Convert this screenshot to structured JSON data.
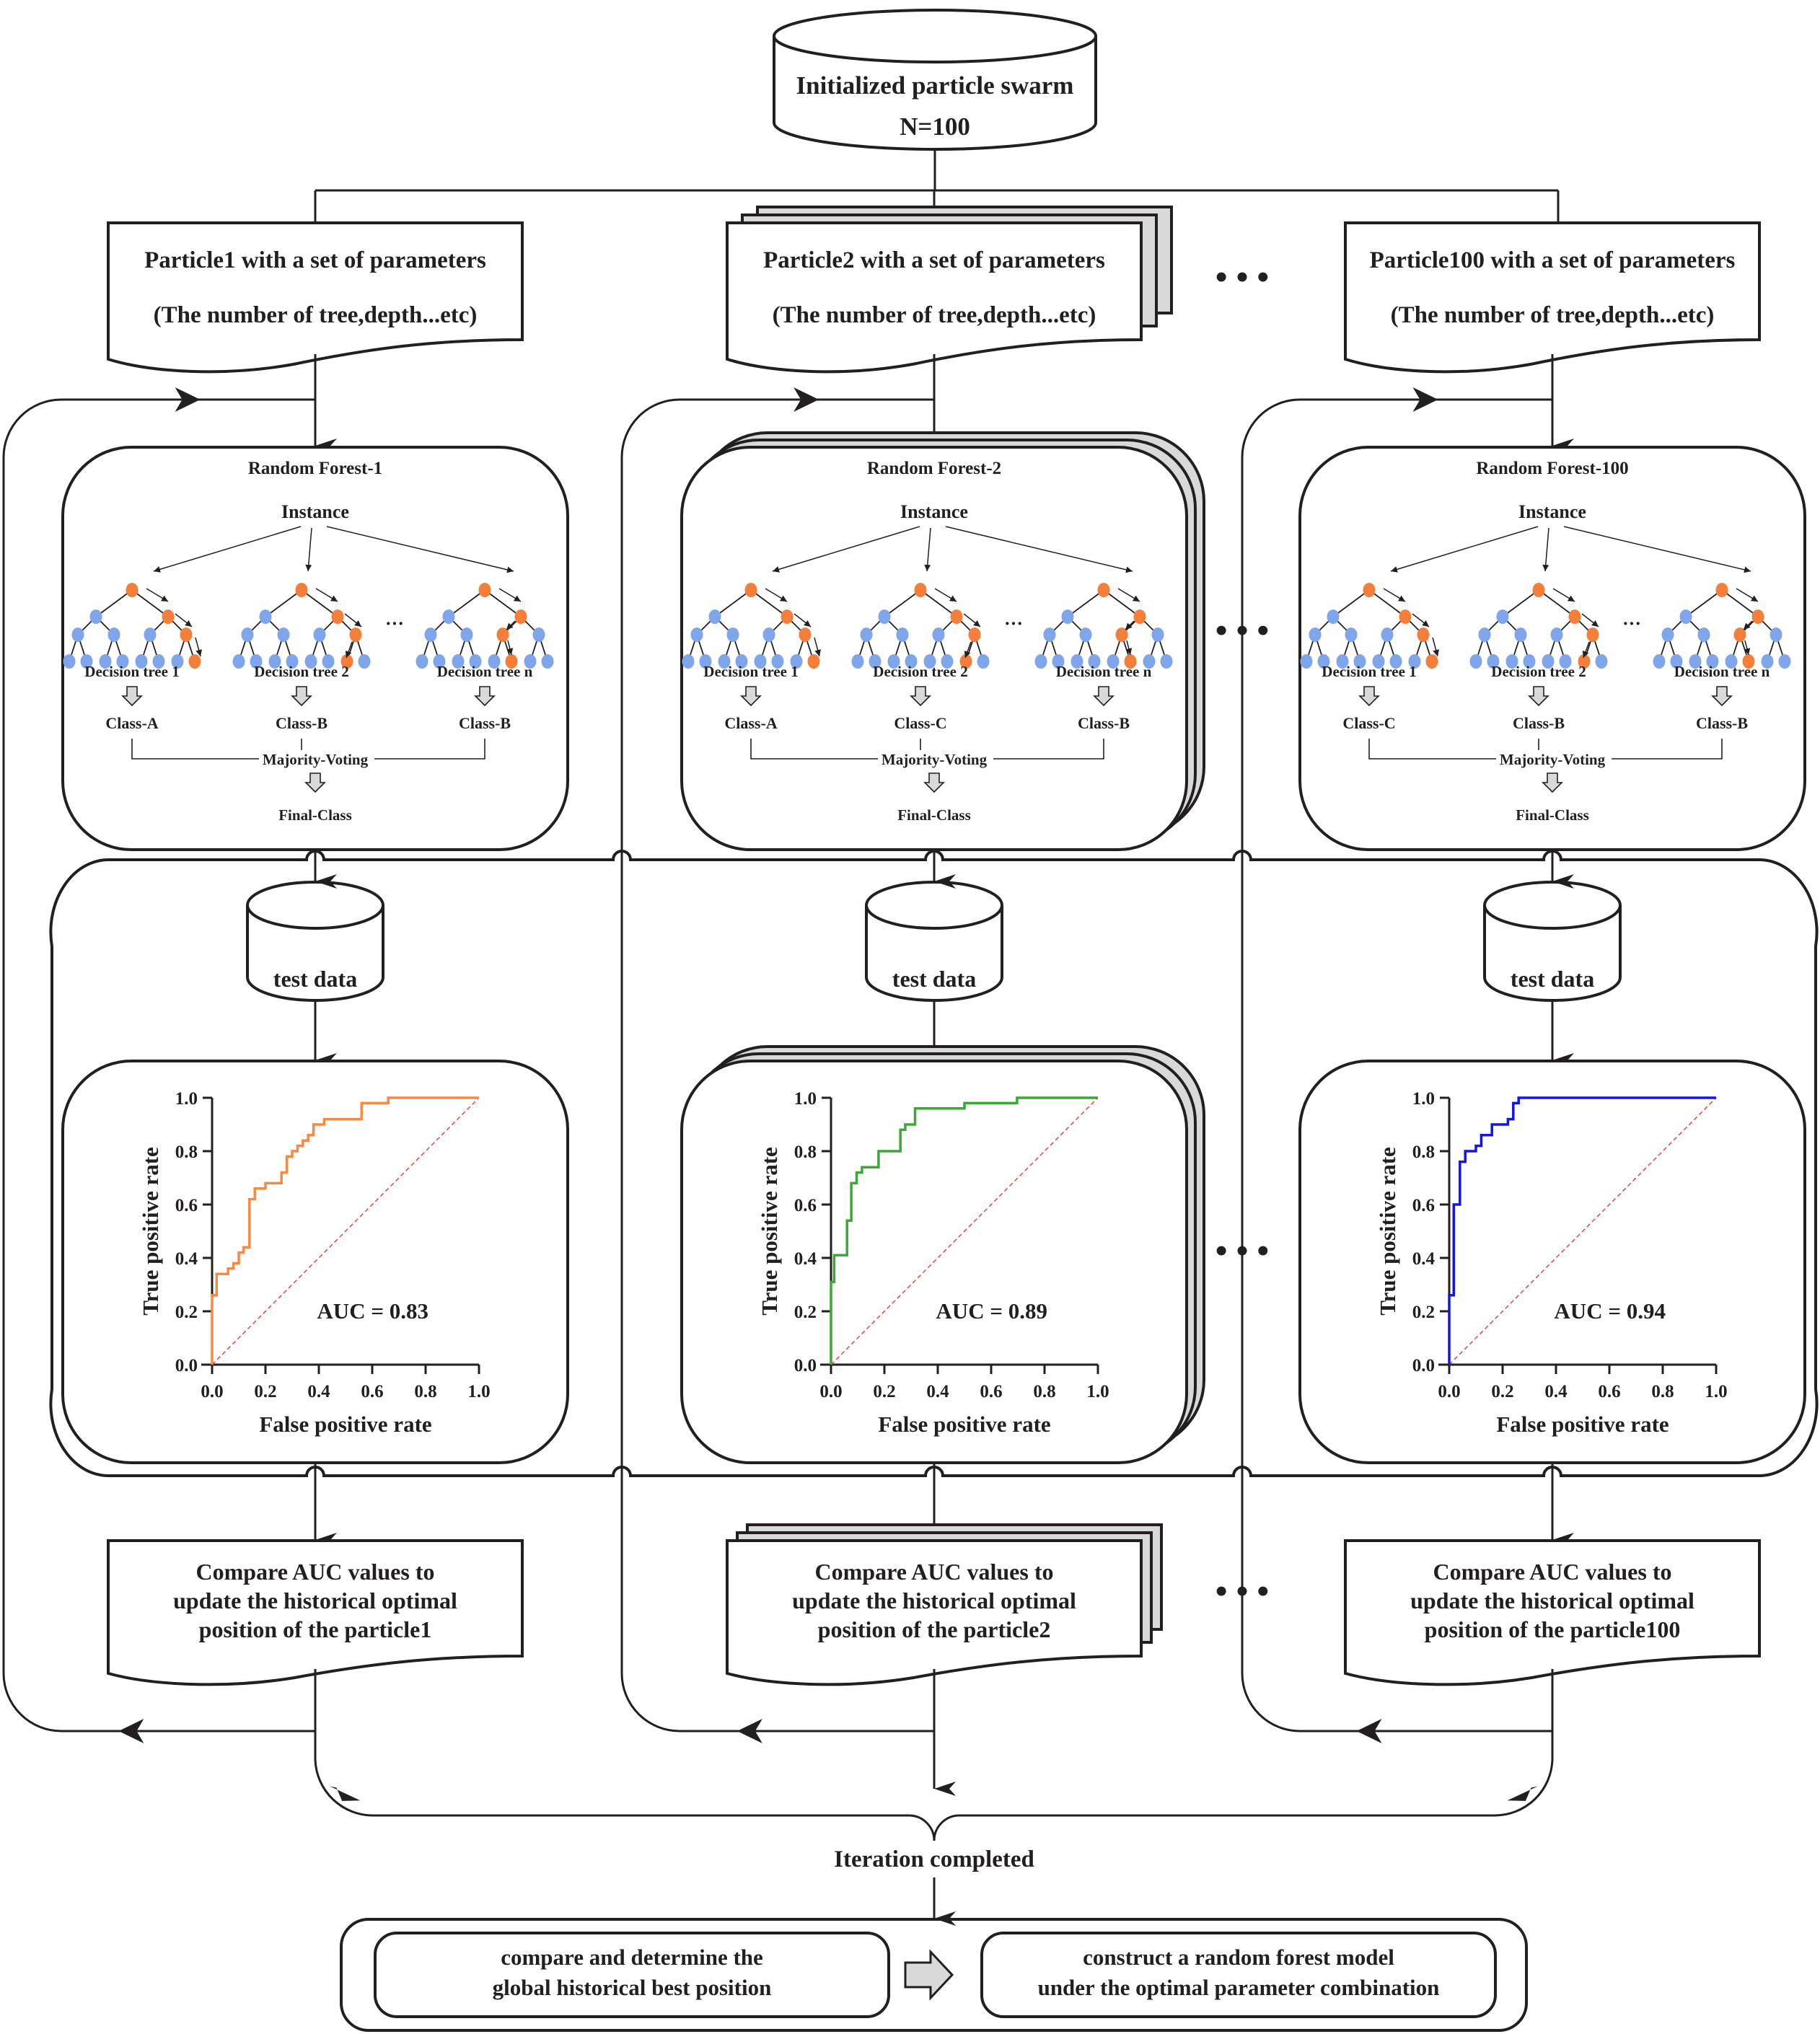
{
  "source": {
    "title": "Initialized particle swarm",
    "subtitle": "N=100"
  },
  "particles": [
    {
      "title": "Particle1 with a set of parameters",
      "params": "(The number of tree,depth...etc)"
    },
    {
      "title": "Particle2 with a set of parameters",
      "params": "(The number of tree,depth...etc)"
    },
    {
      "title": "Particle100 with a set of parameters",
      "params": "(The number of tree,depth...etc)"
    }
  ],
  "ellipsis": "• • •",
  "forests": [
    {
      "title": "Random  Forest-1",
      "instance": "Instance",
      "trees": [
        "Decision tree 1",
        "Decision tree 2",
        "Decision tree n"
      ],
      "tree_ellipsis": "···",
      "classes": [
        "Class-A",
        "Class-B",
        "Class-B"
      ],
      "voting": "Majority-Voting",
      "final": "Final-Class"
    },
    {
      "title": "Random  Forest-2",
      "instance": "Instance",
      "trees": [
        "Decision tree 1",
        "Decision tree 2",
        "Decision tree n"
      ],
      "tree_ellipsis": "···",
      "classes": [
        "Class-A",
        "Class-C",
        "Class-B"
      ],
      "voting": "Majority-Voting",
      "final": "Final-Class"
    },
    {
      "title": "Random  Forest-100",
      "instance": "Instance",
      "trees": [
        "Decision tree 1",
        "Decision tree 2",
        "Decision tree n"
      ],
      "tree_ellipsis": "···",
      "classes": [
        "Class-C",
        "Class-B",
        "Class-B"
      ],
      "voting": "Majority-Voting",
      "final": "Final-Class"
    }
  ],
  "test_data_label": "test data",
  "compare": [
    {
      "lines": [
        "Compare AUC values to",
        "update the historical optimal",
        "position of the particle1"
      ]
    },
    {
      "lines": [
        "Compare AUC values to",
        "update the historical optimal",
        "position of the particle2"
      ]
    },
    {
      "lines": [
        "Compare AUC values to",
        "update the historical optimal",
        "position of the particle100"
      ]
    }
  ],
  "iteration_label": "Iteration completed",
  "final_steps": [
    {
      "lines": [
        "compare and determine the",
        "global historical best position"
      ]
    },
    {
      "lines": [
        "construct a random forest model",
        "under the optimal parameter combination"
      ]
    }
  ],
  "colors": {
    "line": "#231f20",
    "node_blue": "#7fa6ea",
    "node_orange": "#f47f3a",
    "stack_fill": "#d9d9d9",
    "arrow_fill": "#d9d9d9",
    "roc1": "#f58a45",
    "roc2": "#3aa935",
    "roc3": "#1414e6",
    "diagonal": "#e0454a"
  },
  "chart_data": [
    {
      "type": "line",
      "title": "",
      "xlabel": "False positive rate",
      "ylabel": "True positive rate",
      "xlim": [
        0,
        1
      ],
      "ylim": [
        0,
        1
      ],
      "xticks": [
        "0.0",
        "0.2",
        "0.4",
        "0.6",
        "0.8",
        "1.0"
      ],
      "yticks": [
        "0.0",
        "0.2",
        "0.4",
        "0.6",
        "0.8",
        "1.0"
      ],
      "annotation": "AUC = 0.83",
      "auc": 0.83,
      "color_key": "roc1",
      "reference_line": {
        "x": [
          0,
          1
        ],
        "y": [
          0,
          1
        ],
        "style": "dashed"
      },
      "steps": [
        [
          0,
          0
        ],
        [
          0,
          0.26
        ],
        [
          0.017,
          0.26
        ],
        [
          0.017,
          0.34
        ],
        [
          0.06,
          0.34
        ],
        [
          0.06,
          0.36
        ],
        [
          0.08,
          0.36
        ],
        [
          0.08,
          0.38
        ],
        [
          0.1,
          0.38
        ],
        [
          0.1,
          0.42
        ],
        [
          0.118,
          0.42
        ],
        [
          0.118,
          0.44
        ],
        [
          0.14,
          0.44
        ],
        [
          0.14,
          0.62
        ],
        [
          0.16,
          0.62
        ],
        [
          0.16,
          0.66
        ],
        [
          0.2,
          0.66
        ],
        [
          0.2,
          0.68
        ],
        [
          0.26,
          0.68
        ],
        [
          0.26,
          0.72
        ],
        [
          0.28,
          0.72
        ],
        [
          0.28,
          0.78
        ],
        [
          0.3,
          0.78
        ],
        [
          0.3,
          0.8
        ],
        [
          0.32,
          0.8
        ],
        [
          0.32,
          0.82
        ],
        [
          0.34,
          0.82
        ],
        [
          0.34,
          0.84
        ],
        [
          0.36,
          0.84
        ],
        [
          0.36,
          0.86
        ],
        [
          0.38,
          0.86
        ],
        [
          0.38,
          0.9
        ],
        [
          0.42,
          0.9
        ],
        [
          0.42,
          0.92
        ],
        [
          0.56,
          0.92
        ],
        [
          0.56,
          0.98
        ],
        [
          0.66,
          0.98
        ],
        [
          0.66,
          1.0
        ],
        [
          1.0,
          1.0
        ]
      ]
    },
    {
      "type": "line",
      "title": "",
      "xlabel": "False positive rate",
      "ylabel": "True positive rate",
      "xlim": [
        0,
        1
      ],
      "ylim": [
        0,
        1
      ],
      "xticks": [
        "0.0",
        "0.2",
        "0.4",
        "0.6",
        "0.8",
        "1.0"
      ],
      "yticks": [
        "0.0",
        "0.2",
        "0.4",
        "0.6",
        "0.8",
        "1.0"
      ],
      "annotation": "AUC = 0.89",
      "auc": 0.89,
      "color_key": "roc2",
      "reference_line": {
        "x": [
          0,
          1
        ],
        "y": [
          0,
          1
        ],
        "style": "dashed"
      },
      "steps": [
        [
          0,
          0
        ],
        [
          0,
          0.31
        ],
        [
          0.012,
          0.31
        ],
        [
          0.012,
          0.41
        ],
        [
          0.06,
          0.41
        ],
        [
          0.06,
          0.54
        ],
        [
          0.076,
          0.54
        ],
        [
          0.076,
          0.68
        ],
        [
          0.096,
          0.68
        ],
        [
          0.096,
          0.72
        ],
        [
          0.116,
          0.72
        ],
        [
          0.116,
          0.74
        ],
        [
          0.178,
          0.74
        ],
        [
          0.178,
          0.8
        ],
        [
          0.26,
          0.8
        ],
        [
          0.26,
          0.88
        ],
        [
          0.278,
          0.88
        ],
        [
          0.278,
          0.9
        ],
        [
          0.315,
          0.9
        ],
        [
          0.315,
          0.96
        ],
        [
          0.5,
          0.96
        ],
        [
          0.5,
          0.98
        ],
        [
          0.697,
          0.98
        ],
        [
          0.697,
          1.0
        ],
        [
          1.0,
          1.0
        ]
      ]
    },
    {
      "type": "line",
      "title": "",
      "xlabel": "False positive rate",
      "ylabel": "True positive rate",
      "xlim": [
        0,
        1
      ],
      "ylim": [
        0,
        1
      ],
      "xticks": [
        "0.0",
        "0.2",
        "0.4",
        "0.6",
        "0.8",
        "1.0"
      ],
      "yticks": [
        "0.0",
        "0.2",
        "0.4",
        "0.6",
        "0.8",
        "1.0"
      ],
      "annotation": "AUC = 0.94",
      "auc": 0.94,
      "color_key": "roc3",
      "reference_line": {
        "x": [
          0,
          1
        ],
        "y": [
          0,
          1
        ],
        "style": "dashed"
      },
      "steps": [
        [
          0,
          0
        ],
        [
          0,
          0.26
        ],
        [
          0.017,
          0.26
        ],
        [
          0.017,
          0.6
        ],
        [
          0.04,
          0.6
        ],
        [
          0.04,
          0.76
        ],
        [
          0.06,
          0.76
        ],
        [
          0.06,
          0.8
        ],
        [
          0.1,
          0.8
        ],
        [
          0.1,
          0.82
        ],
        [
          0.12,
          0.82
        ],
        [
          0.12,
          0.86
        ],
        [
          0.16,
          0.86
        ],
        [
          0.16,
          0.9
        ],
        [
          0.22,
          0.9
        ],
        [
          0.22,
          0.92
        ],
        [
          0.24,
          0.92
        ],
        [
          0.24,
          0.98
        ],
        [
          0.26,
          0.98
        ],
        [
          0.26,
          1.0
        ],
        [
          1.0,
          1.0
        ]
      ]
    }
  ]
}
